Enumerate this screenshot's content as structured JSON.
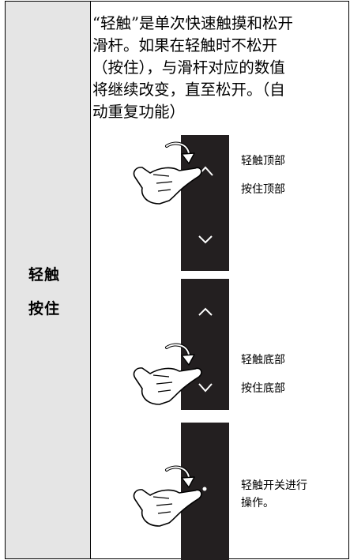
{
  "row": {
    "labels": [
      "轻触",
      "按住"
    ],
    "description_lines": [
      "“轻触”是单次快速触摸和松开",
      "滑杆。如果在轻触时不松开",
      "（按住），与滑杆对应的数值",
      "将继续改变，直至松开。（自",
      "动重复功能）"
    ]
  },
  "illustrations": [
    {
      "captions": [
        "轻触顶部",
        "按住顶部"
      ],
      "icons": [
        "tap-arrow-icon",
        "hand-pointer-icon",
        "chevron-up-icon",
        "chevron-down-icon"
      ]
    },
    {
      "captions": [
        "轻触底部",
        "按住底部"
      ],
      "icons": [
        "chevron-up-icon",
        "tap-arrow-icon",
        "hand-pointer-icon",
        "chevron-down-icon"
      ]
    },
    {
      "captions": [
        "轻触开关进行",
        "操作。"
      ],
      "icons": [
        "tap-arrow-icon",
        "hand-pointer-icon"
      ]
    }
  ],
  "colors": {
    "panel": "#231f20",
    "left_column": "#e5e5e5",
    "border": "#000000"
  }
}
